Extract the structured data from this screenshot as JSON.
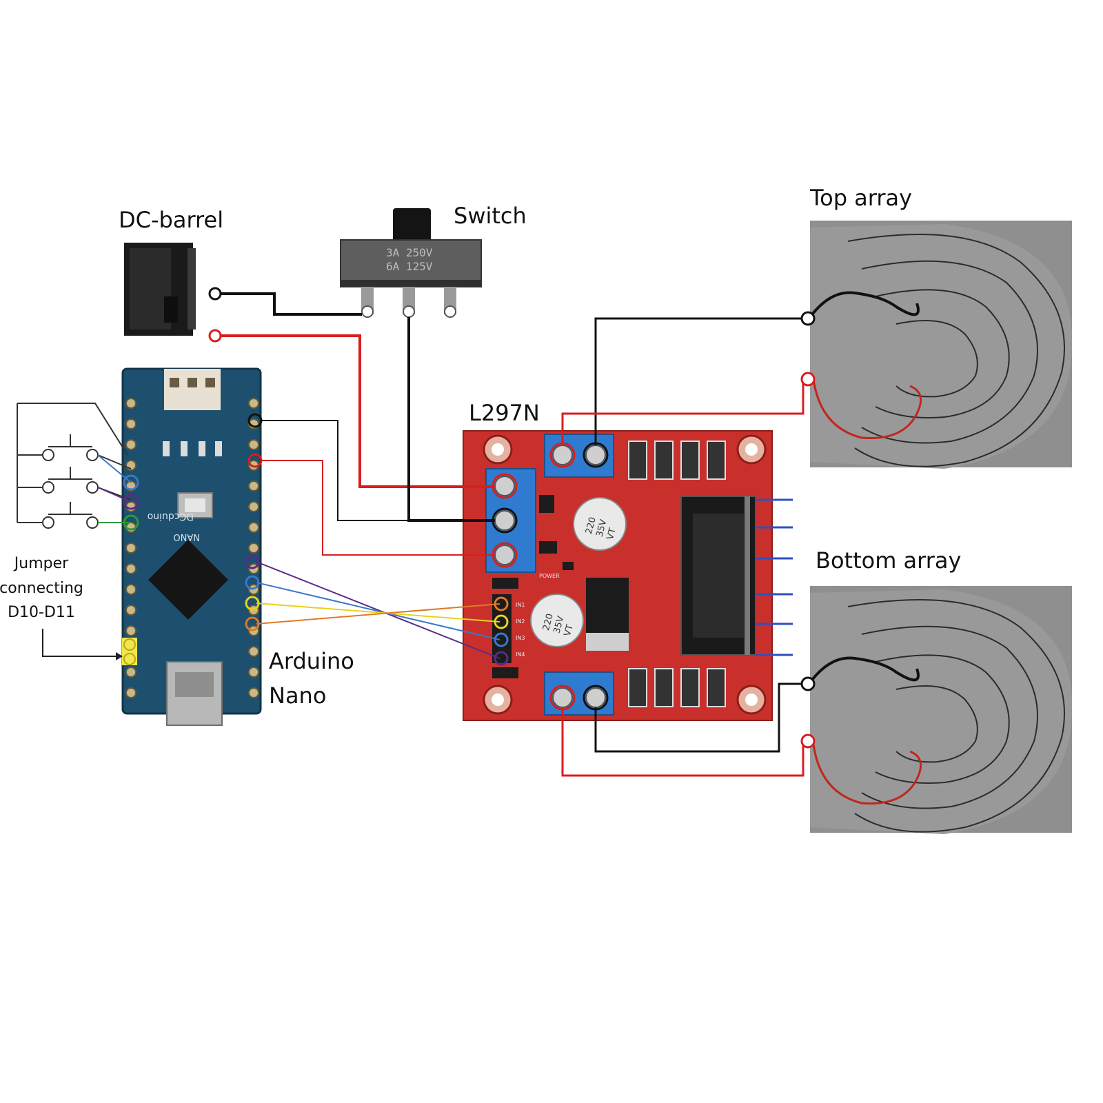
{
  "labels": {
    "dc_barrel": "DC-barrel",
    "switch": "Switch",
    "l297n": "L297N",
    "top_array": "Top array",
    "bottom_array": "Bottom array",
    "arduino_line1": "Arduino",
    "arduino_line2": "Nano",
    "jumper_line1": "Jumper",
    "jumper_line2": "connecting",
    "jumper_line3": "D10-D11"
  },
  "component_text": {
    "switch_rating_1": "3A 250V",
    "switch_rating_2": "6A 125V",
    "cap_1_line1": "220",
    "cap_1_line2": "35V",
    "cap_1_line3": "VT",
    "cap_2_line1": "220",
    "cap_2_line2": "35V",
    "cap_2_line3": "VT",
    "board_in1": "IN1",
    "board_in2": "IN2",
    "board_in3": "IN3",
    "board_in4": "IN4",
    "board_power": "POWER",
    "nano_brand": "DCcduino",
    "nano_model": "NANO"
  },
  "colors": {
    "wire_red": "#d81e1e",
    "wire_black": "#111111",
    "wire_purple": "#5b2a86",
    "wire_blue": "#3a78c8",
    "wire_yellow": "#e8d21c",
    "wire_orange": "#e07a22",
    "wire_green": "#2e9a3c",
    "driver_board": "#c9302c",
    "nano_board": "#1d4f6e",
    "terminal_blue": "#2f7bd0",
    "array_panel": "#8f8f8f"
  }
}
